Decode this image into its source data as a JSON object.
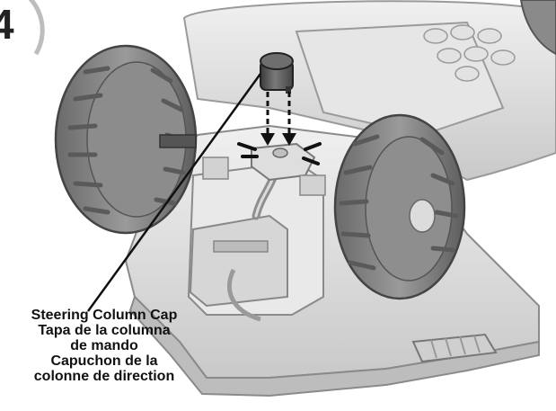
{
  "step": {
    "number": "4"
  },
  "callout": {
    "lines": [
      "Steering Column Cap",
      "Tapa de la columna",
      "de mando",
      "Capuchon de la",
      "colonne de direction"
    ]
  },
  "colors": {
    "body_plastic": "#d9d9d9",
    "shadow": "#9a9a9a",
    "tire": "#7c7c7c",
    "tire_dark": "#4a4a4a",
    "cap": "#555555",
    "arrow": "#111111"
  }
}
